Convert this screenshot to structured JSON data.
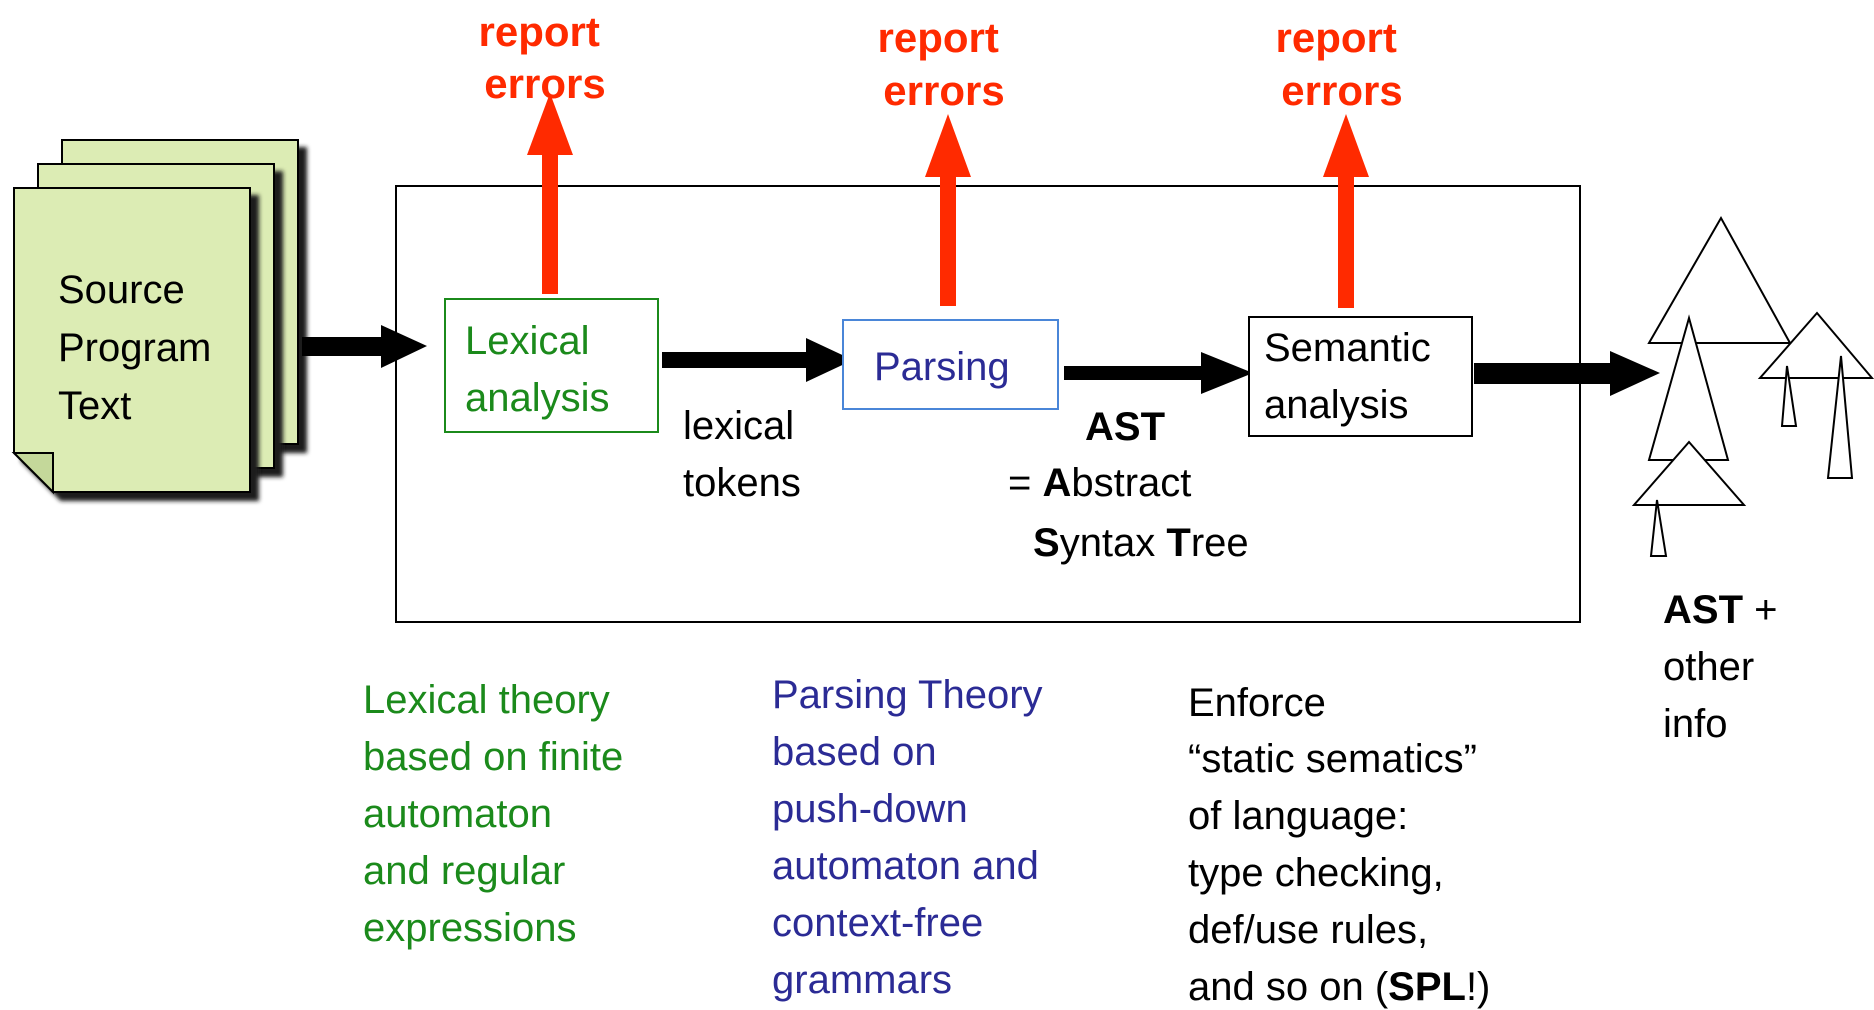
{
  "source": {
    "lines": [
      "Source",
      "Program",
      "Text"
    ]
  },
  "stages": [
    {
      "id": "lexical",
      "lines": [
        "Lexical",
        "analysis"
      ],
      "color": "#1b8a1b"
    },
    {
      "id": "parsing",
      "lines": [
        "Parsing"
      ],
      "color": "#2b2b95",
      "border": "#4a86d8"
    },
    {
      "id": "semantic",
      "lines": [
        "Semantic",
        "analysis"
      ],
      "color": "#000000"
    }
  ],
  "report_errors": {
    "line1": "report",
    "line2": "errors",
    "color": "#ff2a00"
  },
  "intermediate": {
    "tokens": [
      "lexical",
      "tokens"
    ],
    "ast": {
      "head": "AST",
      "line2": {
        "prefix": "= ",
        "bold": "A",
        "rest": "bstract"
      },
      "line3": {
        "bold1": "S",
        "mid": "yntax ",
        "bold2": "T",
        "rest": "ree"
      }
    }
  },
  "output": {
    "line1_bold": "AST",
    "line1_rest": " +",
    "line2": "other",
    "line3": "info"
  },
  "descriptions": {
    "lexical": [
      "Lexical theory",
      "based on finite",
      "automaton",
      "and regular",
      "expressions"
    ],
    "parsing": [
      "Parsing Theory",
      "based on",
      "push-down",
      "automaton and",
      "context-free",
      "grammars"
    ],
    "semantic": {
      "lines": [
        "Enforce",
        "“static sematics”",
        "of language:",
        "type checking,",
        "def/use rules,"
      ],
      "last_prefix": "and so on (",
      "last_bold": "SPL",
      "last_suffix": "!)"
    }
  },
  "colors": {
    "page": "#dcecb4",
    "page_shadow": "#1e1e1e",
    "arrow": "#000000"
  }
}
